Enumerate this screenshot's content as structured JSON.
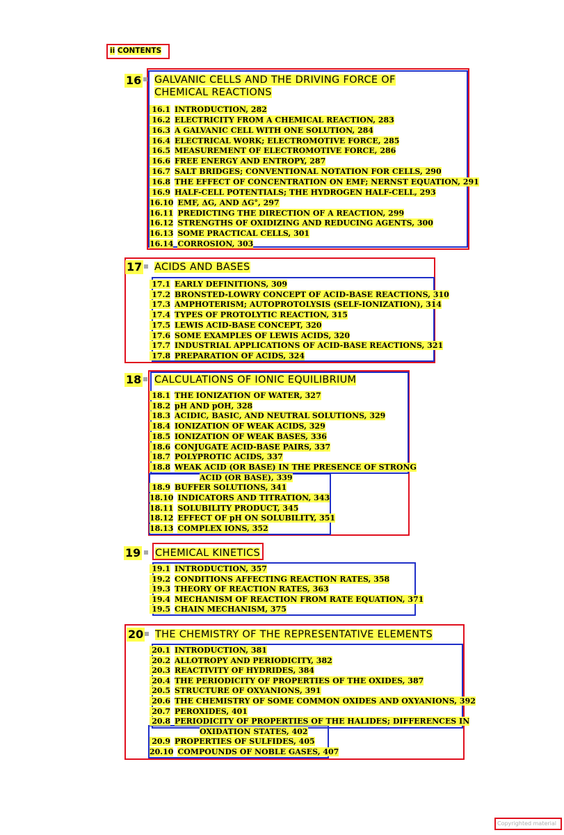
{
  "header": {
    "label": "CONTENTS",
    "mark": "ii"
  },
  "chapters": [
    {
      "number": "16",
      "title_lines": [
        "GALVANIC CELLS AND THE DRIVING FORCE OF",
        "CHEMICAL REACTIONS"
      ],
      "entries": [
        {
          "num": "16.1",
          "text": "INTRODUCTION, 282"
        },
        {
          "num": "16.2",
          "text": "ELECTRICITY FROM A CHEMICAL REACTION, 283"
        },
        {
          "num": "16.3",
          "text": "A GALVANIC CELL WITH ONE SOLUTION, 284"
        },
        {
          "num": "16.4",
          "text": "ELECTRICAL WORK; ELECTROMOTIVE FORCE, 285"
        },
        {
          "num": "16.5",
          "text": "MEASUREMENT OF ELECTROMOTIVE FORCE, 286"
        },
        {
          "num": "16.6",
          "text": "FREE ENERGY AND ENTROPY, 287"
        },
        {
          "num": "16.7",
          "text": "SALT BRIDGES; CONVENTIONAL NOTATION FOR CELLS, 290"
        },
        {
          "num": "16.8",
          "text": "THE EFFECT OF CONCENTRATION ON EMF; NERNST EQUATION, 291"
        },
        {
          "num": "16.9",
          "text": "HALF-CELL POTENTIALS; THE HYDROGEN HALF-CELL, 293"
        },
        {
          "num": "16.10",
          "text": "EMF, ΔG, AND ΔG°, 297"
        },
        {
          "num": "16.11",
          "text": "PREDICTING THE DIRECTION OF A REACTION, 299"
        },
        {
          "num": "16.12",
          "text": "STRENGTHS OF OXIDIZING AND REDUCING AGENTS, 300"
        },
        {
          "num": "16.13",
          "text": "SOME PRACTICAL CELLS, 301"
        },
        {
          "num": "16.14",
          "text": "CORROSION, 303"
        }
      ]
    },
    {
      "number": "17",
      "title_lines": [
        "ACIDS AND BASES"
      ],
      "entries": [
        {
          "num": "17.1",
          "text": "EARLY DEFINITIONS, 309"
        },
        {
          "num": "17.2",
          "text": "BRONSTED-LOWRY CONCEPT OF ACID-BASE REACTIONS, 310"
        },
        {
          "num": "17.3",
          "text": "AMPHOTERISM; AUTOPROTOLYSIS (SELF-IONIZATION), 314"
        },
        {
          "num": "17.4",
          "text": "TYPES OF PROTOLYTIC REACTION, 315"
        },
        {
          "num": "17.5",
          "text": "LEWIS ACID-BASE CONCEPT, 320"
        },
        {
          "num": "17.6",
          "text": "SOME EXAMPLES OF LEWIS ACIDS, 320"
        },
        {
          "num": "17.7",
          "text": "INDUSTRIAL APPLICATIONS OF ACID-BASE REACTIONS, 321"
        },
        {
          "num": "17.8",
          "text": "PREPARATION OF ACIDS, 324"
        }
      ]
    },
    {
      "number": "18",
      "title_lines": [
        "CALCULATIONS OF IONIC EQUILIBRIUM"
      ],
      "entries": [
        {
          "num": "18.1",
          "text": "THE IONIZATION OF WATER, 327"
        },
        {
          "num": "18.2",
          "text": "pH AND pOH, 328"
        },
        {
          "num": "18.3",
          "text": "ACIDIC, BASIC, AND NEUTRAL SOLUTIONS, 329"
        },
        {
          "num": "18.4",
          "text": "IONIZATION OF WEAK ACIDS, 329"
        },
        {
          "num": "18.5",
          "text": "IONIZATION OF WEAK BASES, 336"
        },
        {
          "num": "18.6",
          "text": "CONJUGATE ACID-BASE PAIRS, 337"
        },
        {
          "num": "18.7",
          "text": "POLYPROTIC ACIDS, 337"
        },
        {
          "num": "18.8",
          "text": "WEAK ACID (OR BASE) IN THE PRESENCE OF STRONG"
        },
        {
          "num": "",
          "text": "ACID (OR BASE), 339"
        },
        {
          "num": "18.9",
          "text": "BUFFER SOLUTIONS, 341"
        },
        {
          "num": "18.10",
          "text": "INDICATORS AND TITRATION, 343"
        },
        {
          "num": "18.11",
          "text": "SOLUBILITY PRODUCT, 345"
        },
        {
          "num": "18.12",
          "text": "EFFECT OF pH ON SOLUBILITY, 351"
        },
        {
          "num": "18.13",
          "text": "COMPLEX IONS, 352"
        }
      ]
    },
    {
      "number": "19",
      "title_lines": [
        "CHEMICAL KINETICS"
      ],
      "entries": [
        {
          "num": "19.1",
          "text": "INTRODUCTION, 357"
        },
        {
          "num": "19.2",
          "text": "CONDITIONS AFFECTING REACTION RATES, 358"
        },
        {
          "num": "19.3",
          "text": "THEORY OF REACTION RATES, 363"
        },
        {
          "num": "19.4",
          "text": "MECHANISM OF REACTION FROM RATE EQUATION, 371"
        },
        {
          "num": "19.5",
          "text": "CHAIN MECHANISM, 375"
        }
      ]
    },
    {
      "number": "20",
      "title_lines": [
        "THE CHEMISTRY OF THE REPRESENTATIVE ELEMENTS"
      ],
      "entries": [
        {
          "num": "20.1",
          "text": "INTRODUCTION, 381"
        },
        {
          "num": "20.2",
          "text": "ALLOTROPY AND PERIODICITY, 382"
        },
        {
          "num": "20.3",
          "text": "REACTIVITY OF HYDRIDES, 384"
        },
        {
          "num": "20.4",
          "text": "THE PERIODICITY OF PROPERTIES OF THE OXIDES, 387"
        },
        {
          "num": "20.5",
          "text": "STRUCTURE OF OXYANIONS, 391"
        },
        {
          "num": "20.6",
          "text": "THE CHEMISTRY OF SOME COMMON OXIDES AND OXYANIONS, 392"
        },
        {
          "num": "20.7",
          "text": "PEROXIDES, 401"
        },
        {
          "num": "20.8",
          "text": "PERIODICITY OF PROPERTIES OF THE HALIDES; DIFFERENCES IN"
        },
        {
          "num": "",
          "text": "OXIDATION STATES, 402"
        },
        {
          "num": "20.9",
          "text": "PROPERTIES OF SULFIDES, 405"
        },
        {
          "num": "20.10",
          "text": "COMPOUNDS OF NOBLE GASES, 407"
        }
      ]
    }
  ],
  "footer": {
    "watermark": "Copyrighted material"
  }
}
